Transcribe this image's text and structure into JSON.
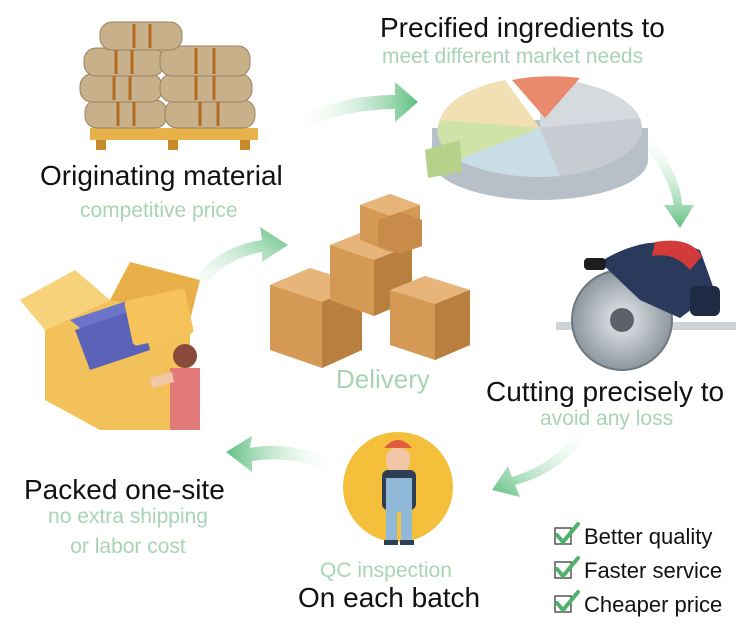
{
  "colors": {
    "sub_text": "#a8d3b4",
    "arrow": "#6cc28a",
    "check": "#4fb36a",
    "circle": "#f4bf3a"
  },
  "steps": {
    "material": {
      "title": "Originating material",
      "subtitle": "competitive price"
    },
    "ingredients": {
      "title": "Precified ingredients to",
      "subtitle": "meet different market needs"
    },
    "cutting": {
      "title": "Cutting precisely to",
      "subtitle": "avoid any loss"
    },
    "qc": {
      "subtitle": "QC inspection",
      "title": "On each batch"
    },
    "packed": {
      "title": "Packed one-site",
      "subtitle_line1": "no extra shipping",
      "subtitle_line2": "or labor cost"
    },
    "delivery": {
      "title": "Delivery"
    }
  },
  "benefits": [
    {
      "label": "Better quality"
    },
    {
      "label": "Faster service"
    },
    {
      "label": "Cheaper price"
    }
  ],
  "icons": [
    "sack-pile-icon",
    "pie-chart-icon",
    "circular-saw-icon",
    "inspector-icon",
    "open-box-icon",
    "boxes-stack-icon",
    "check-icon"
  ]
}
